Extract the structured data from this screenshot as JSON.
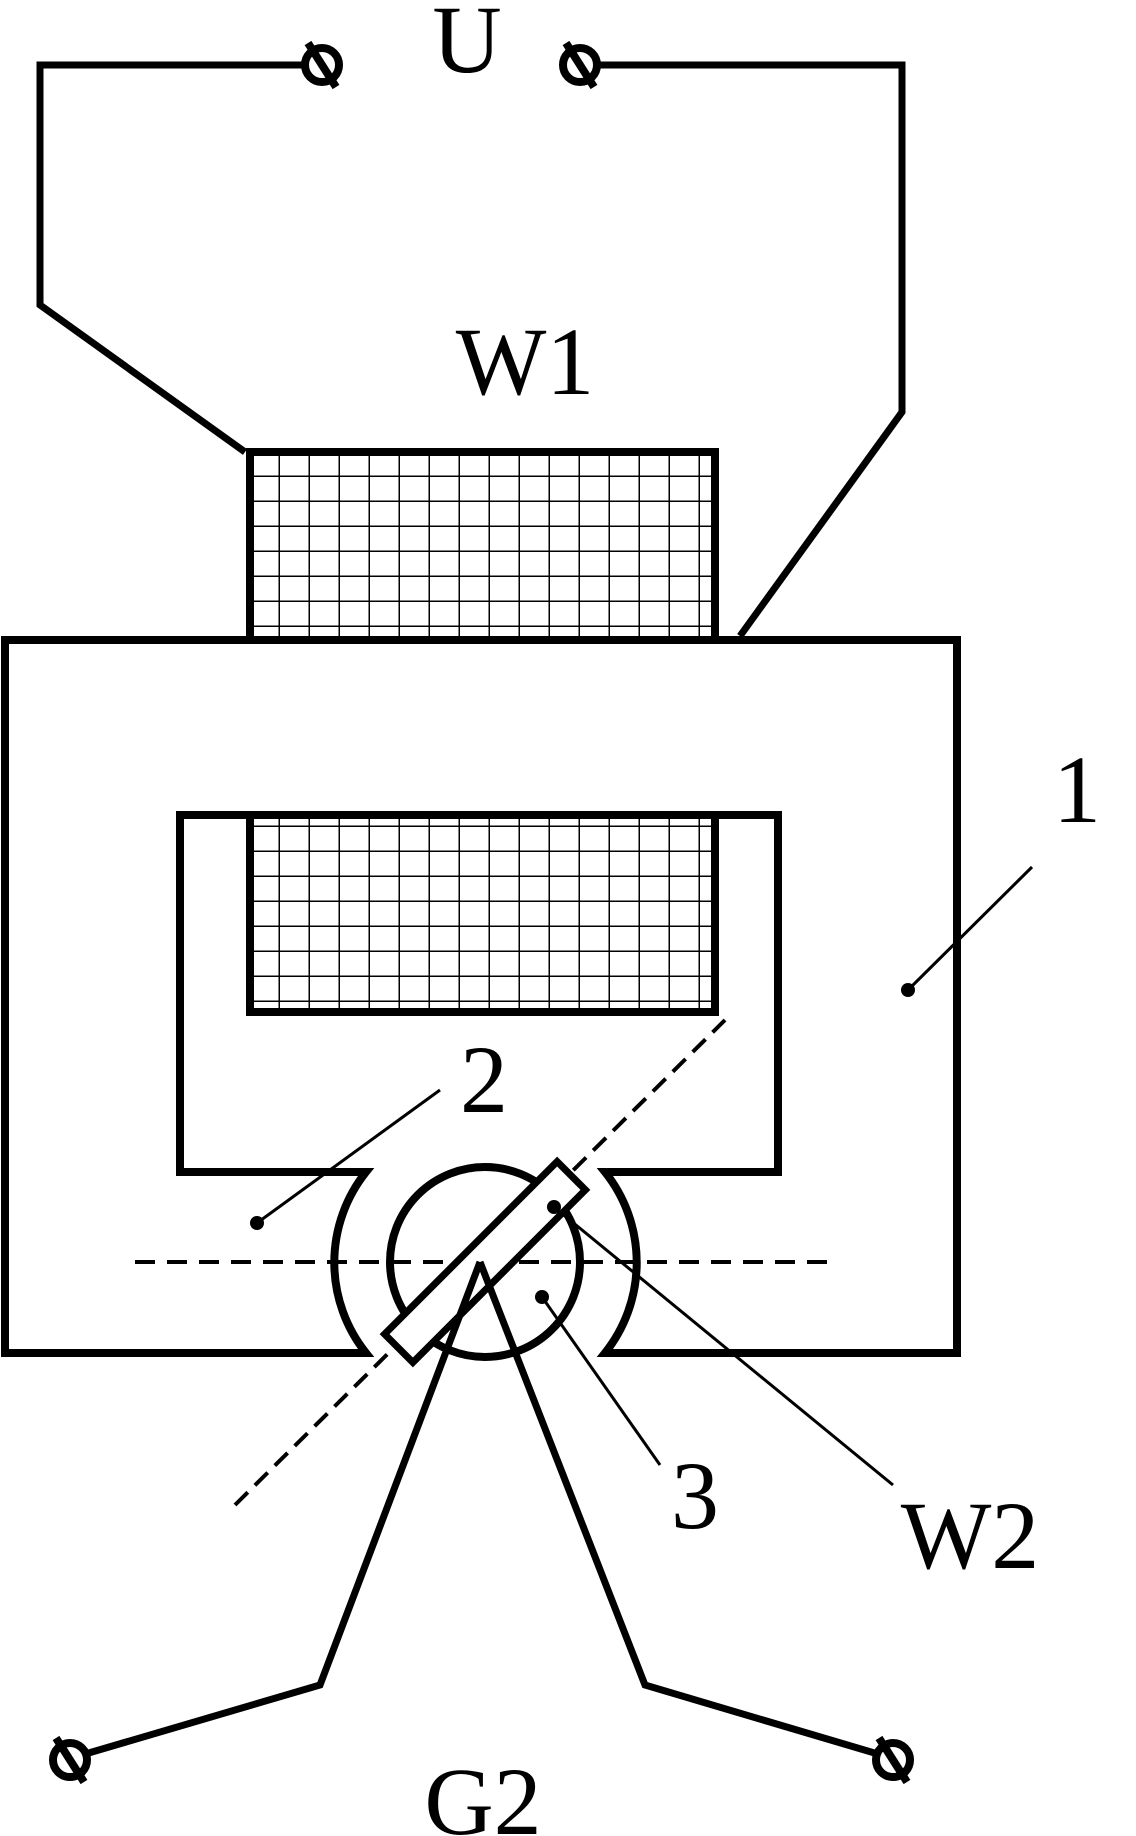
{
  "labels": {
    "supply": "U",
    "primary_winding": "W1",
    "core": "1",
    "gap_region": "2",
    "rotor": "3",
    "secondary_winding": "W2",
    "output": "G2"
  },
  "colors": {
    "stroke": "#000000",
    "background": "#ffffff"
  }
}
